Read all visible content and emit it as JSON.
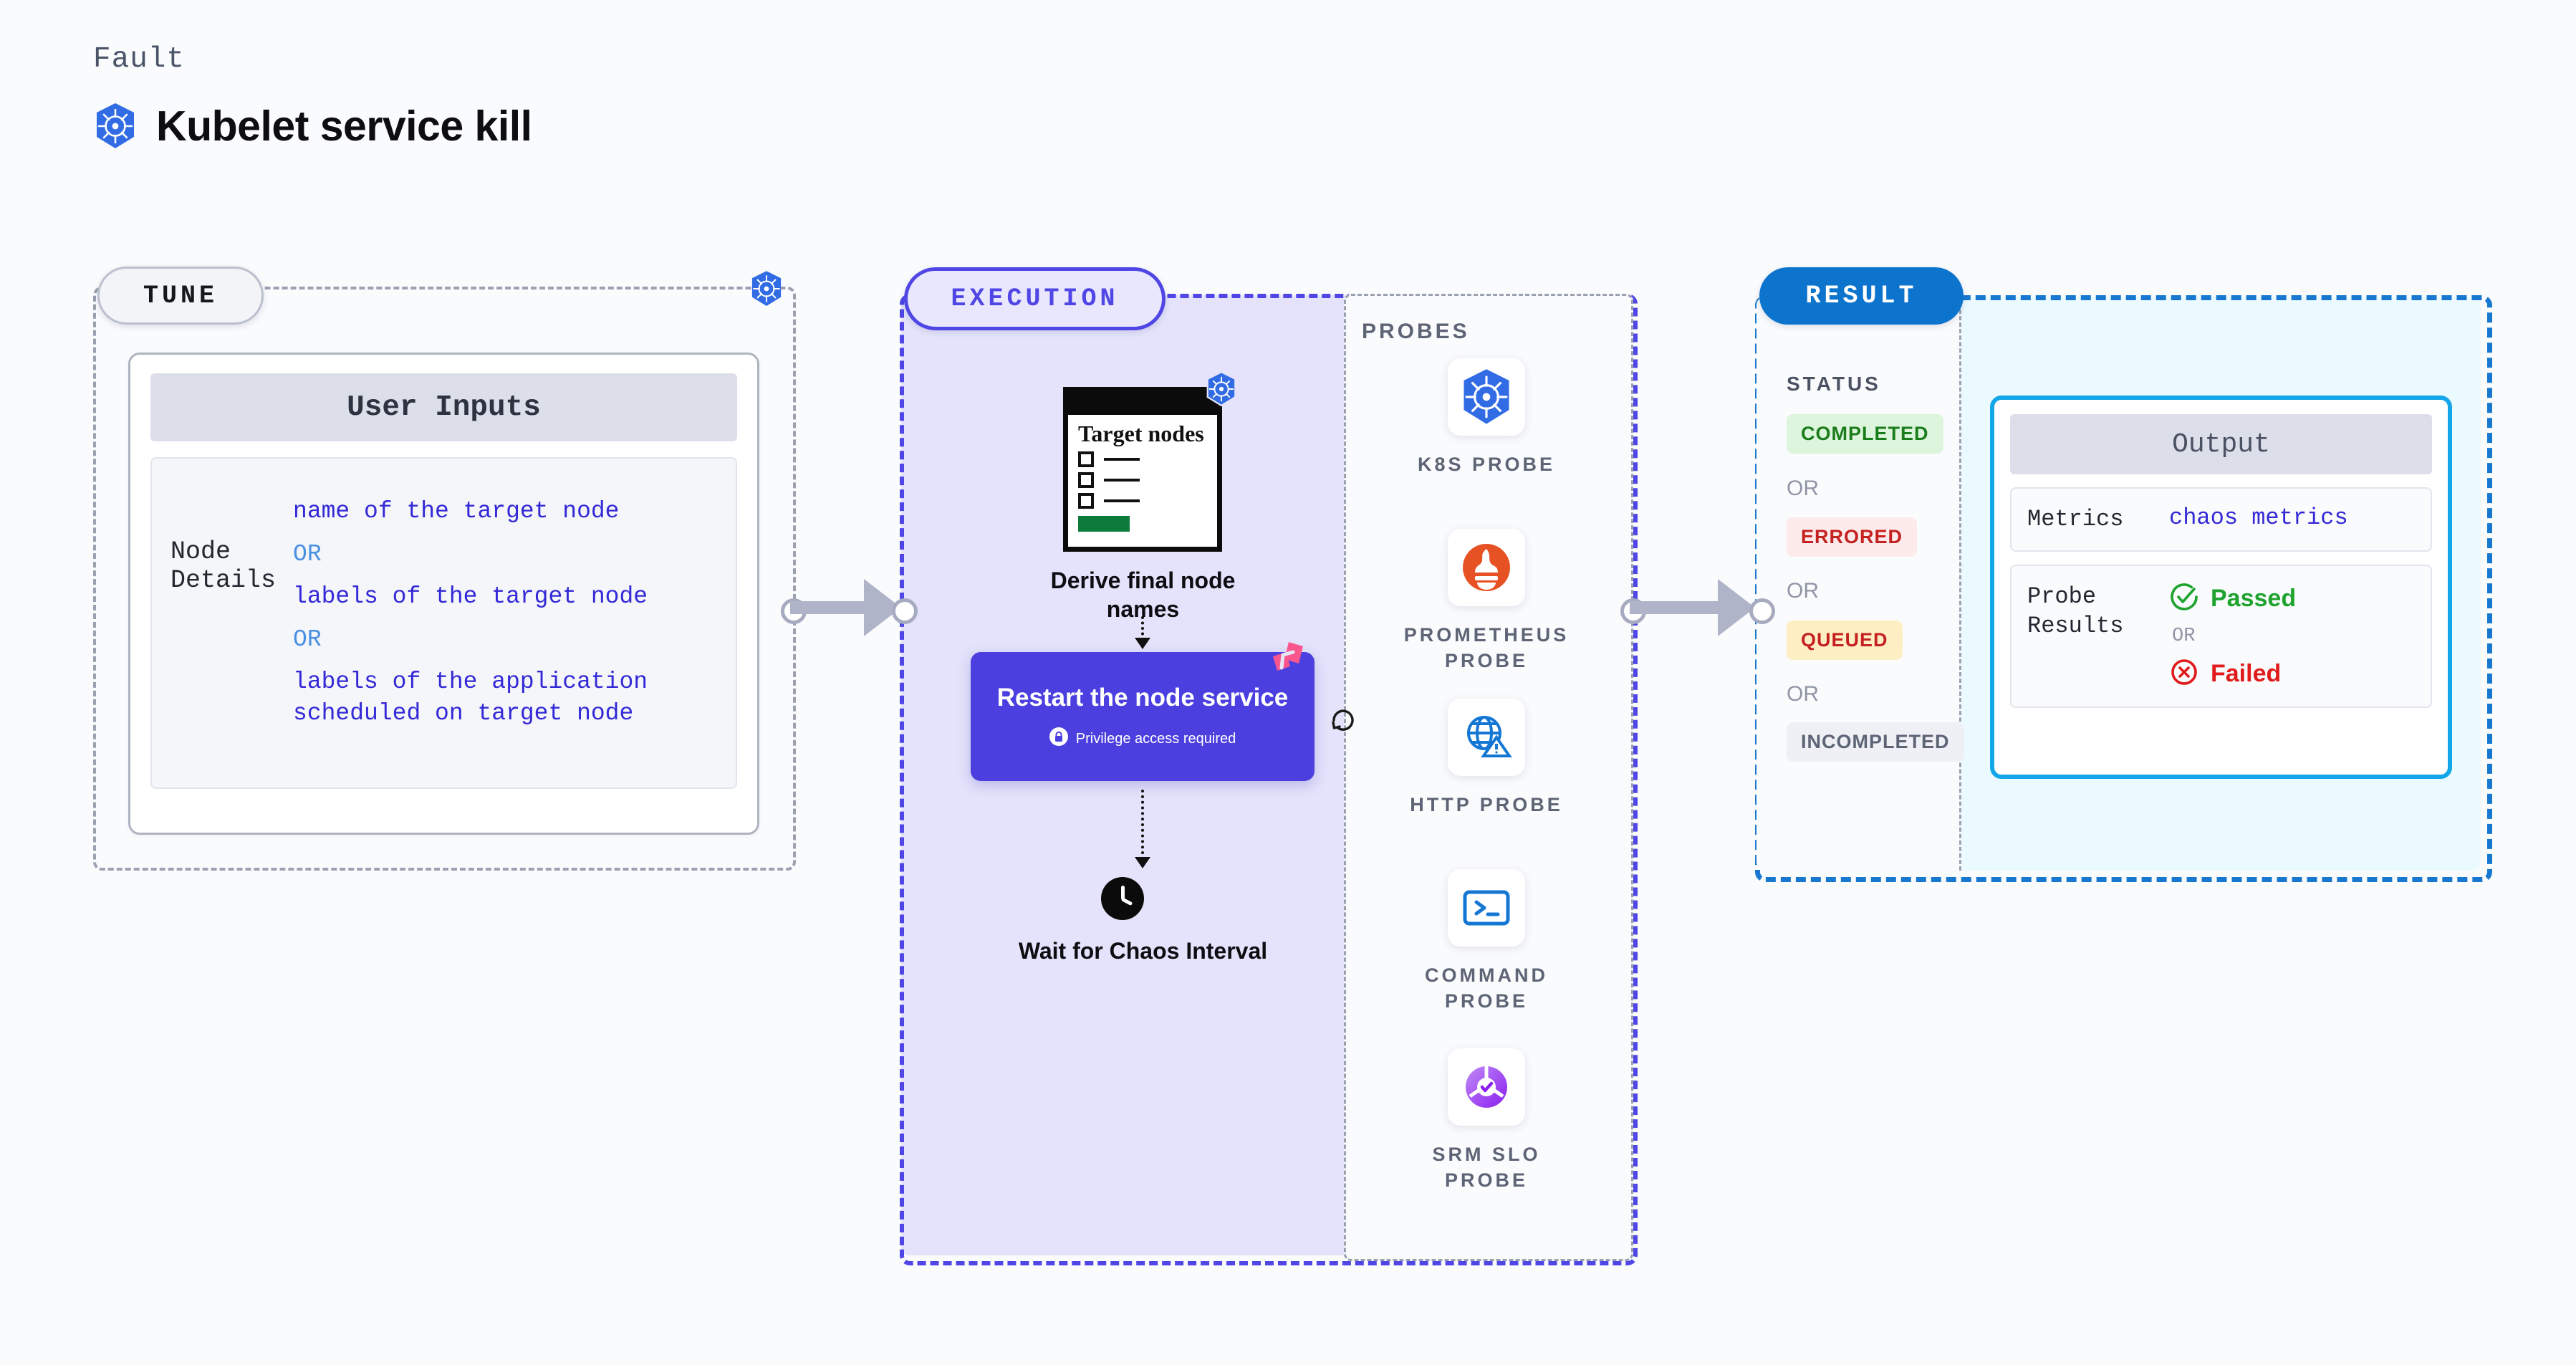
{
  "header": {
    "eyebrow": "Fault",
    "title": "Kubelet service kill",
    "icon": "kubernetes-icon"
  },
  "tune": {
    "pill_label": "TUNE",
    "badge_icon": "kubernetes-icon",
    "card": {
      "header": "User Inputs",
      "rows": [
        {
          "key": "Node Details",
          "values": [
            "name of the target node",
            "labels of the target node",
            "labels of the application scheduled on target node"
          ],
          "separator": "OR"
        }
      ]
    }
  },
  "execution": {
    "pill_label": "EXECUTION",
    "steps": [
      {
        "id": "derive-final-node-names",
        "label": "Derive final node names",
        "card": {
          "title": "Target nodes",
          "badge_icon": "kubernetes-icon",
          "checkbox_count": 3
        }
      },
      {
        "id": "restart-the-node-service",
        "label": "Restart the node service",
        "privilege_note": "Privilege access required",
        "privilege_icon": "lock-icon",
        "flag_icon": "chaos-flag-icon",
        "loop_icon": "refresh-loop-icon"
      },
      {
        "id": "wait-for-chaos-interval",
        "label": "Wait for Chaos Interval",
        "icon": "clock-icon"
      }
    ],
    "probes": {
      "label": "PROBES",
      "items": [
        {
          "label": "K8S PROBE",
          "icon": "kubernetes-icon"
        },
        {
          "label": "PROMETHEUS PROBE",
          "icon": "prometheus-icon"
        },
        {
          "label": "HTTP PROBE",
          "icon": "globe-warning-icon"
        },
        {
          "label": "COMMAND PROBE",
          "icon": "terminal-icon"
        },
        {
          "label": "SRM SLO PROBE",
          "icon": "srm-slo-icon"
        }
      ]
    }
  },
  "result": {
    "pill_label": "RESULT",
    "status": {
      "label": "STATUS",
      "separator": "OR",
      "badges": [
        {
          "label": "COMPLETED",
          "bg": "#dcf5dc",
          "fg": "#1a7c1a"
        },
        {
          "label": "ERRORED",
          "bg": "#fdeaea",
          "fg": "#c52121"
        },
        {
          "label": "QUEUED",
          "bg": "#fdeec3",
          "fg": "#c52121"
        },
        {
          "label": "INCOMPLETED",
          "bg": "#eef0f5",
          "fg": "#5d6475"
        }
      ]
    },
    "output": {
      "header": "Output",
      "metrics_key": "Metrics",
      "metrics_value": "chaos metrics",
      "probe_results_key": "Probe Results",
      "passed_label": "Passed",
      "passed_icon": "check-circle-icon",
      "failed_label": "Failed",
      "failed_icon": "x-circle-icon",
      "separator": "OR"
    }
  },
  "colors": {
    "execution_accent": "#4f46e5",
    "result_accent": "#1878cf",
    "output_accent": "#13a6e8",
    "restart_card": "#4b3fe0",
    "chaos_pink": "#f9578e",
    "passed_green": "#1fa32f",
    "failed_red": "#e01b1b"
  }
}
